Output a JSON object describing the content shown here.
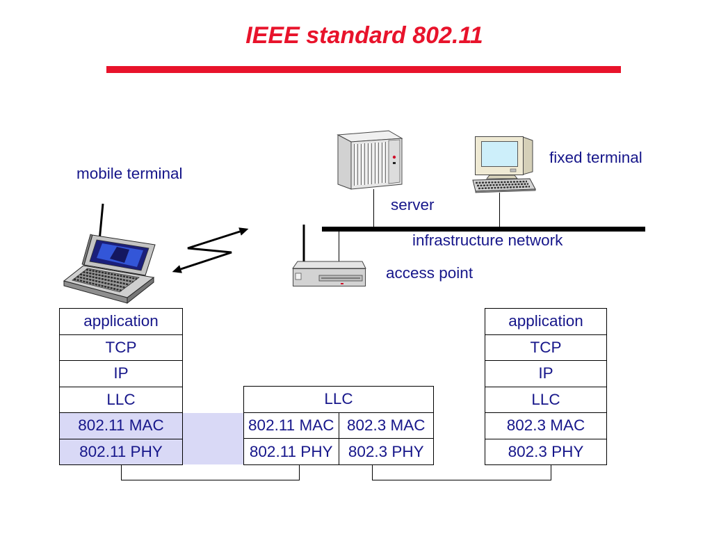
{
  "title": "IEEE standard 802.11",
  "colors": {
    "title": "#e8132b",
    "accent_bar": "#e8132b",
    "text": "#16168a",
    "wireless_highlight": "#d9d9f6",
    "network_line": "#000000"
  },
  "icons": {
    "mobile_terminal": "laptop-icon",
    "server": "server-icon",
    "fixed_terminal": "desktop-computer-icon",
    "access_point": "access-point-icon",
    "wireless_link": "zigzag-double-arrow-icon"
  },
  "labels": {
    "mobile_terminal": "mobile terminal",
    "server": "server",
    "fixed_terminal": "fixed terminal",
    "infrastructure_network": "infrastructure network",
    "access_point": "access point"
  },
  "stacks": {
    "mobile_terminal": [
      "application",
      "TCP",
      "IP",
      "LLC",
      "802.11 MAC",
      "802.11 PHY"
    ],
    "access_point": {
      "llc": "LLC",
      "wireless_side": [
        "802.11 MAC",
        "802.11 PHY"
      ],
      "wired_side": [
        "802.3 MAC",
        "802.3 PHY"
      ]
    },
    "fixed_terminal": [
      "application",
      "TCP",
      "IP",
      "LLC",
      "802.3 MAC",
      "802.3 PHY"
    ]
  }
}
